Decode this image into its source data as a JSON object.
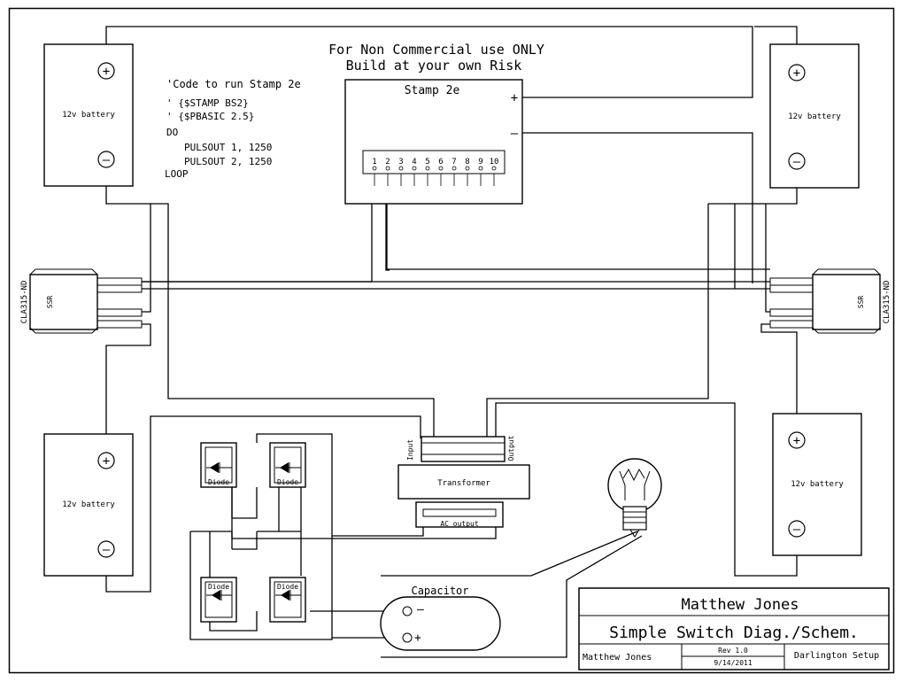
{
  "notice": {
    "line1": "For Non Commercial use ONLY",
    "line2": "Build at your own Risk"
  },
  "code": {
    "comment": "'Code to run Stamp 2e",
    "directive1": "' {$STAMP BS2}",
    "directive2": "' {$PBASIC 2.5}",
    "do": "DO",
    "pulse1": "PULSOUT 1, 1250",
    "pulse2": "PULSOUT 2, 1250",
    "loop": "LOOP"
  },
  "stamp": {
    "title": "Stamp 2e",
    "plus": "+",
    "minus": "–",
    "pins": [
      "1",
      "2",
      "3",
      "4",
      "5",
      "6",
      "7",
      "8",
      "9",
      "10"
    ]
  },
  "batteries": {
    "label": "12v battery",
    "plus": "+",
    "minus": "–"
  },
  "ssr": {
    "label": "SSR",
    "part": "CLA315-ND"
  },
  "transformer": {
    "title": "Transformer",
    "input": "Input",
    "output": "Output",
    "ac_output": "AC output"
  },
  "diode": {
    "label": "Diode"
  },
  "capacitor": {
    "label": "Capacitor",
    "minus": "–",
    "plus": "+"
  },
  "title_block": {
    "author": "Matthew Jones",
    "title": "Simple Switch Diag./Schem.",
    "drawn_by": "Matthew Jones",
    "rev": "Rev 1.0",
    "date": "9/14/2011",
    "project": "Darlington Setup"
  }
}
